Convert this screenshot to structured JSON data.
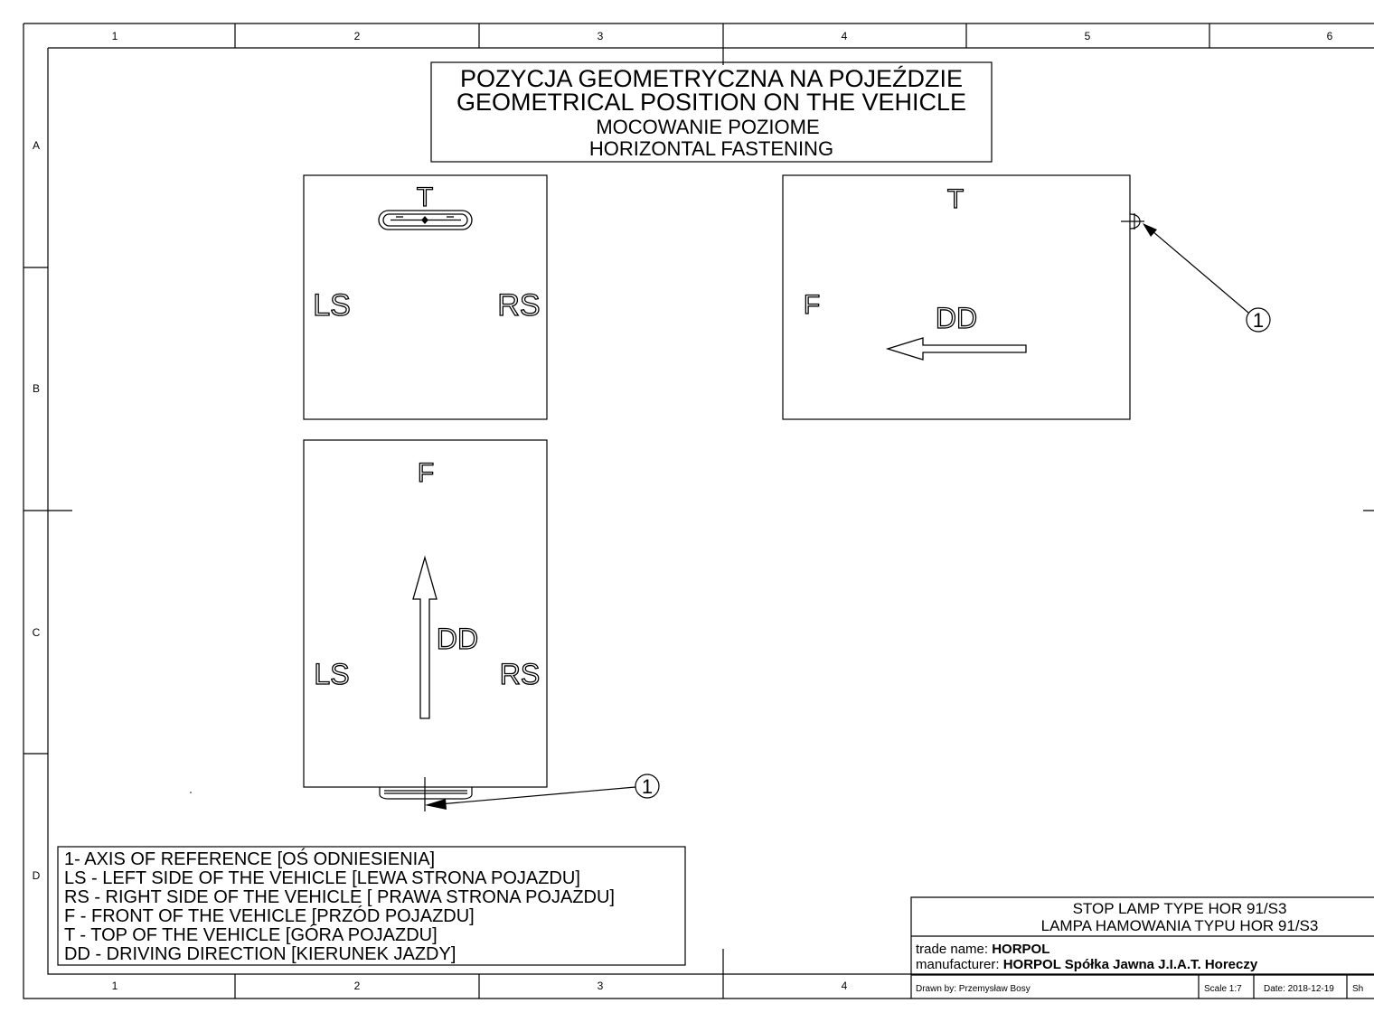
{
  "grid": {
    "columns": [
      "1",
      "2",
      "3",
      "4",
      "5",
      "6"
    ],
    "rows": [
      "A",
      "B",
      "C",
      "D"
    ]
  },
  "title_block_top": {
    "line1": "POZYCJA GEOMETRYCZNA NA POJEŹDZIE",
    "line2": "GEOMETRICAL POSITION ON THE VEHICLE",
    "line3": "MOCOWANIE POZIOME",
    "line4": "HORIZONTAL FASTENING"
  },
  "view_top": {
    "top_label": "T",
    "left_label": "LS",
    "right_label": "RS"
  },
  "view_side": {
    "top_label": "T",
    "front_label": "F",
    "direction_label": "DD",
    "callout": "1"
  },
  "view_plan": {
    "front_label": "F",
    "direction_label": "DD",
    "left_label": "LS",
    "right_label": "RS",
    "callout": "1"
  },
  "legend": [
    "1- AXIS OF REFERENCE [OŚ ODNIESIENIA]",
    "LS - LEFT SIDE OF THE VEHICLE [LEWA STRONA POJAZDU]",
    "RS - RIGHT SIDE OF THE VEHICLE [ PRAWA STRONA POJAZDU]",
    "F - FRONT OF THE VEHICLE [PRZÓD POJAZDU]",
    "T - TOP OF THE VEHICLE [GÓRA POJAZDU]",
    "DD - DRIVING DIRECTION [KIERUNEK JAZDY]"
  ],
  "title_block": {
    "product_line1": "STOP LAMP TYPE HOR 91/S3",
    "product_line2": "LAMPA HAMOWANIA TYPU HOR 91/S3",
    "trade_name_label": "trade name: ",
    "trade_name": "HORPOL",
    "manufacturer_label": "manufacturer: ",
    "manufacturer": "HORPOL Spółka Jawna  J.I.A.T. Horeczy",
    "drawn_by": "Drawn by: Przemysław Bosy",
    "scale": "Scale  1:7",
    "date": "Date: 2018-12-19",
    "sheet": "Sh"
  }
}
